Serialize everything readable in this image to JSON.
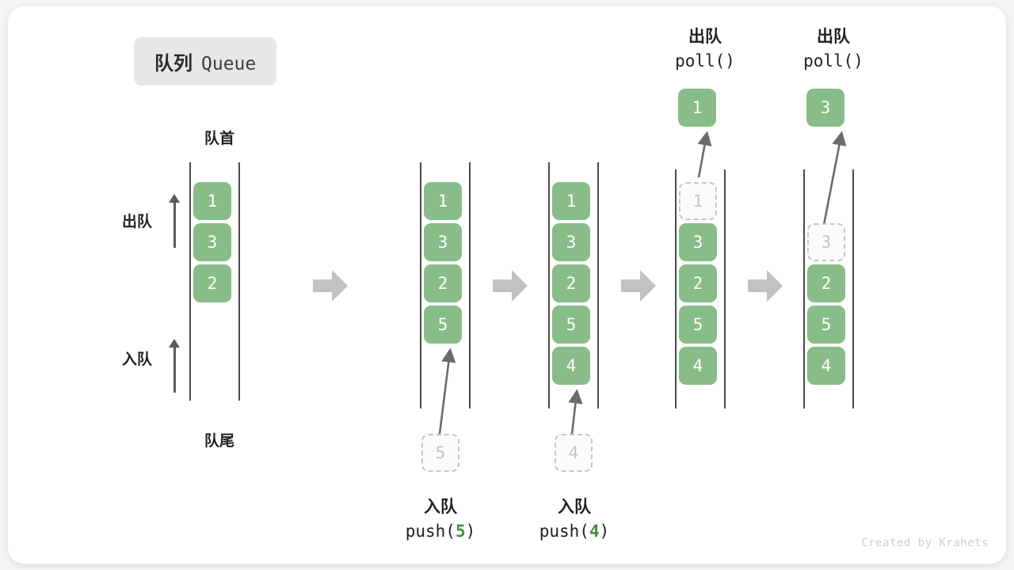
{
  "title": {
    "cn": "队列",
    "en": "Queue"
  },
  "labels": {
    "front": "队首",
    "rear": "队尾",
    "dequeue": "出队",
    "enqueue": "入队"
  },
  "colors": {
    "box_fill": "#88bc88",
    "box_text": "#ffffff",
    "ghost_border": "#c6c6c6",
    "ghost_text": "#c3c3c3",
    "rail": "#4a4a4a",
    "arrow": "#5b5b5b",
    "step_arrow": "#c2c2c2",
    "badge_bg": "#e7e7e7",
    "accent_green": "#3d9140"
  },
  "watermark": "Created by Krahets",
  "panels": [
    {
      "id": "initial",
      "caption_top": "队首",
      "caption_bottom": "队尾",
      "items": [
        {
          "value": "1",
          "state": "filled"
        },
        {
          "value": "3",
          "state": "filled"
        },
        {
          "value": "2",
          "state": "filled"
        }
      ],
      "op_top": null,
      "op_bottom": null,
      "result": null
    },
    {
      "id": "push-5",
      "items": [
        {
          "value": "1",
          "state": "filled"
        },
        {
          "value": "3",
          "state": "filled"
        },
        {
          "value": "2",
          "state": "filled"
        },
        {
          "value": "5",
          "state": "filled"
        }
      ],
      "op_bottom": {
        "line1": "入队",
        "call": "push(",
        "num": "5",
        "call_end": ")"
      },
      "incoming": {
        "value": "5",
        "state": "ghost"
      }
    },
    {
      "id": "push-4",
      "items": [
        {
          "value": "1",
          "state": "filled"
        },
        {
          "value": "3",
          "state": "filled"
        },
        {
          "value": "2",
          "state": "filled"
        },
        {
          "value": "5",
          "state": "filled"
        },
        {
          "value": "4",
          "state": "filled"
        }
      ],
      "op_bottom": {
        "line1": "入队",
        "call": "push(",
        "num": "4",
        "call_end": ")"
      },
      "incoming": {
        "value": "4",
        "state": "ghost"
      }
    },
    {
      "id": "poll-1",
      "items": [
        {
          "value": "1",
          "state": "ghost"
        },
        {
          "value": "3",
          "state": "filled"
        },
        {
          "value": "2",
          "state": "filled"
        },
        {
          "value": "5",
          "state": "filled"
        },
        {
          "value": "4",
          "state": "filled"
        }
      ],
      "op_top": {
        "line1": "出队",
        "line2": "poll()"
      },
      "result": {
        "value": "1",
        "state": "filled"
      }
    },
    {
      "id": "poll-3",
      "items": [
        {
          "value": "",
          "state": "empty"
        },
        {
          "value": "3",
          "state": "ghost"
        },
        {
          "value": "2",
          "state": "filled"
        },
        {
          "value": "5",
          "state": "filled"
        },
        {
          "value": "4",
          "state": "filled"
        }
      ],
      "op_top": {
        "line1": "出队",
        "line2": "poll()"
      },
      "result": {
        "value": "3",
        "state": "filled"
      }
    }
  ]
}
